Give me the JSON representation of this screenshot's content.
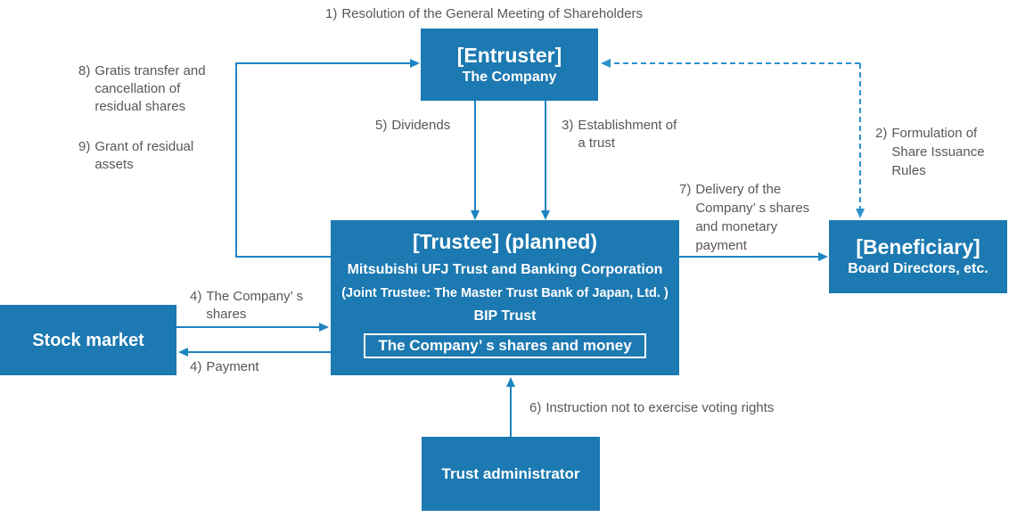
{
  "colors": {
    "box_blue": "#1c79b1",
    "arrow_blue": "#1d84c2",
    "dashed_blue": "#2d91cc",
    "label_gray": "#595757"
  },
  "nodes": {
    "entruster": {
      "title": "[Entruster]",
      "subtitle": "The Company"
    },
    "trustee": {
      "title": "[Trustee] (planned)",
      "line1": "Mitsubishi UFJ Trust and Banking Corporation",
      "line2": "(Joint Trustee: The Master Trust Bank of Japan, Ltd. )",
      "line3": "BIP Trust",
      "inner_box": "The Company’ s shares and money"
    },
    "beneficiary": {
      "title": "[Beneficiary]",
      "subtitle": "Board Directors, etc."
    },
    "stock_market": {
      "title": "Stock market"
    },
    "trust_administrator": {
      "title": "Trust administrator"
    }
  },
  "labels": {
    "l1": {
      "num": "1)",
      "lines": "Resolution of the General Meeting of Shareholders"
    },
    "l2": {
      "num": "2)",
      "lines": "Formulation of\nShare Issuance\nRules"
    },
    "l3": {
      "num": "3)",
      "lines": "Establishment of\na trust"
    },
    "l4a": {
      "num": "4)",
      "lines": "The Company’ s\nshares"
    },
    "l4b": {
      "num": "4)",
      "lines": "Payment"
    },
    "l5": {
      "num": "5)",
      "lines": "Dividends"
    },
    "l6": {
      "num": "6)",
      "lines": "Instruction not to exercise voting rights"
    },
    "l7": {
      "num": "7)",
      "lines": "Delivery of the\nCompany’ s shares\nand monetary\npayment"
    },
    "l8": {
      "num": "8)",
      "lines": "Gratis transfer and\ncancellation of\nresidual shares"
    },
    "l9": {
      "num": "9)",
      "lines": "Grant of residual\nassets"
    }
  }
}
